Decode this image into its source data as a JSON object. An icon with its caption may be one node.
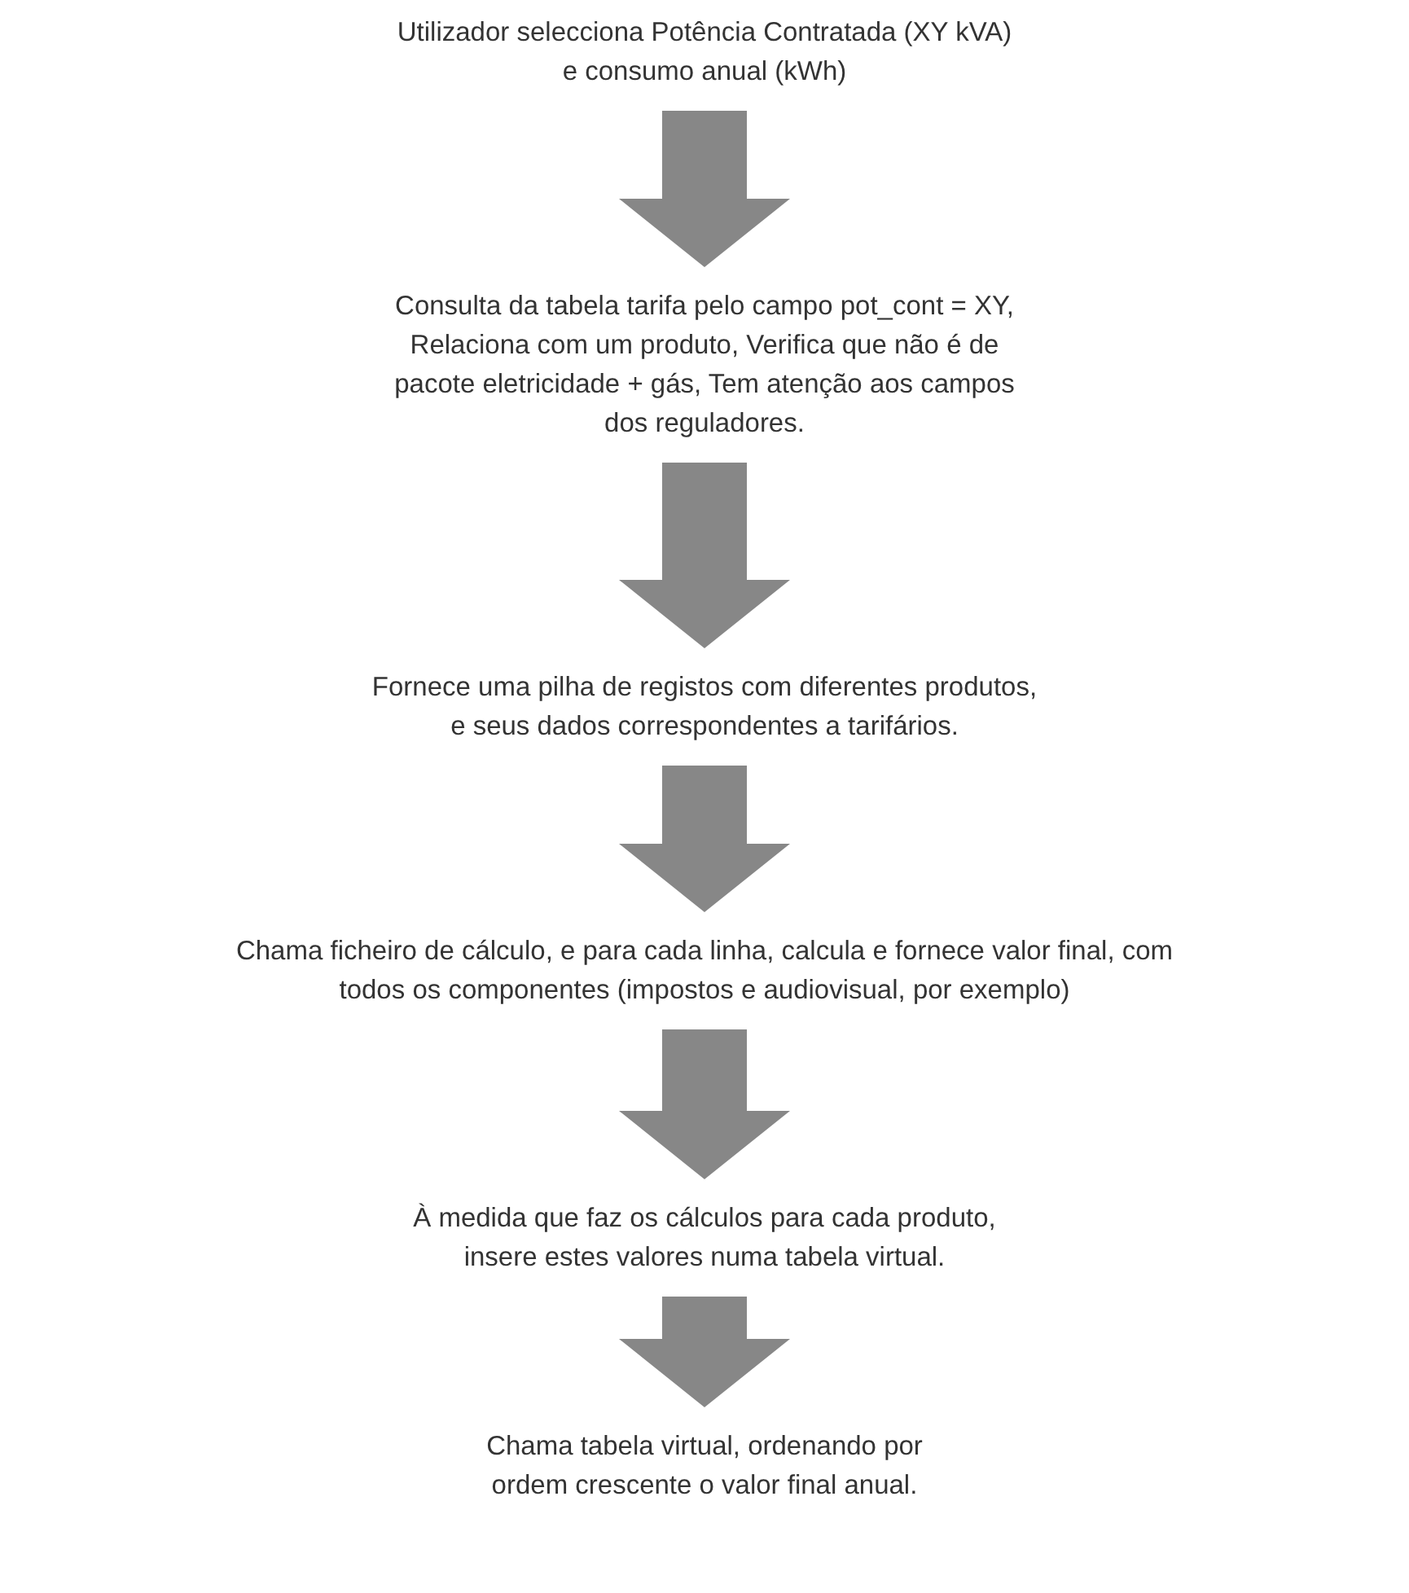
{
  "diagram": {
    "nodes": [
      {
        "text": [
          "Utilizador selecciona Potência Contratada (XY kVA) e consumo anual (kWh)"
        ]
      },
      {
        "text": [
          "Consulta da tabela tarifa pelo campo pot_cont = XY, Relaciona com um produto, Verifica que não é de pacote eletricidade + gás, Tem atenção aos campos dos reguladores."
        ]
      },
      {
        "text": [
          "Fornece uma pilha de registos com diferentes produtos, e seus dados correspondentes a tarifários."
        ]
      },
      {
        "text": [
          "Chama ficheiro de cálculo, e para cada linha, calcula e fornece valor final, com todos os componentes (impostos e audiovisual, por exemplo)"
        ]
      },
      {
        "text": [
          "À medida que faz os cálculos para cada produto, insere estes valores numa tabela virtual."
        ]
      },
      {
        "text": [
          "Chama tabela virtual, ordenando por ordem crescente o valor final anual."
        ]
      }
    ],
    "edges": [
      {
        "from": 0,
        "to": 1,
        "arrow": "to"
      },
      {
        "from": 1,
        "to": 2,
        "arrow": "to"
      },
      {
        "from": 2,
        "to": 3,
        "arrow": "to"
      },
      {
        "from": 3,
        "to": 4,
        "arrow": "to"
      },
      {
        "from": 4,
        "to": 5,
        "arrow": "to"
      }
    ]
  }
}
